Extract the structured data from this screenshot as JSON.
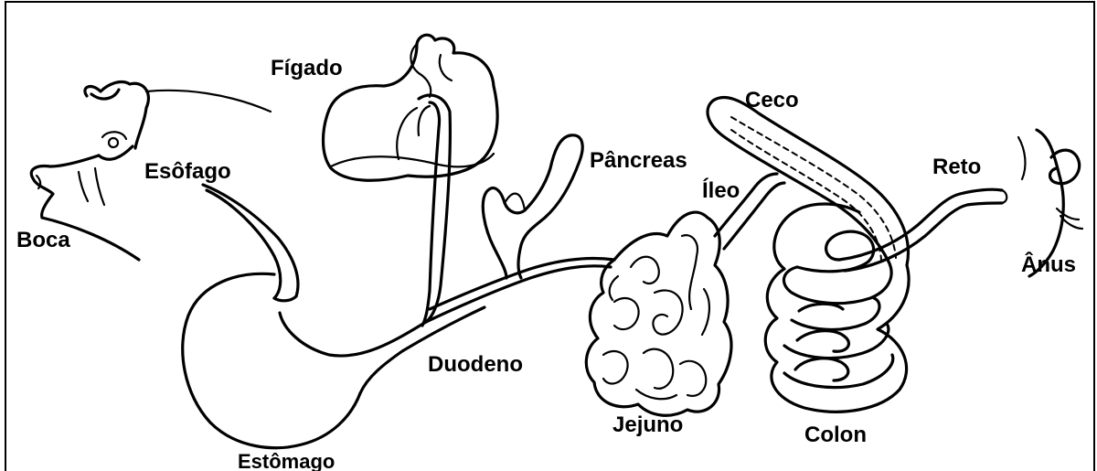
{
  "diagram": {
    "labels": {
      "boca": "Boca",
      "esofago": "Esôfago",
      "figado": "Fígado",
      "pancreas": "Pâncreas",
      "ceco": "Ceco",
      "ileo": "Íleo",
      "reto": "Reto",
      "anus": "Ânus",
      "duodeno": "Duodeno",
      "jejuno": "Jejuno",
      "colon": "Colon",
      "estomago": "Estômago"
    },
    "colors": {
      "line": "#000000",
      "background": "#ffffff"
    }
  }
}
